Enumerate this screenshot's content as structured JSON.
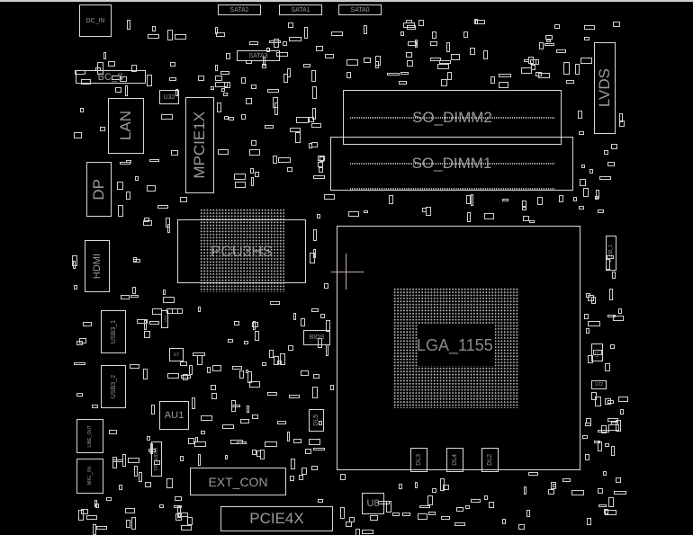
{
  "board_view": {
    "components": {
      "dc_in": "DC_IN",
      "sata2": "SATA2",
      "sata1": "SATA1",
      "sata0": "SATA0",
      "sata3": "SATA3",
      "bc_s": "BC_S",
      "lan": "LAN",
      "u32": "U32",
      "mpcie1x": "MPCIE1X",
      "dp": "DP",
      "hdmi": "HDMI",
      "pch": "PCU3HS",
      "so_dimm2": "SO_DIMM2",
      "so_dimm1": "SO_DIMM1",
      "lvds": "LVDS",
      "cpu_socket": "LGA_1155",
      "bios": "BIOS",
      "au1": "AU1",
      "dl5": "DL5",
      "ext_con": "EXT_CON",
      "pcie4x": "PCIE4X",
      "usb3_1": "USB3_1",
      "usb3_2": "USB3_2",
      "line_out": "LINE_OUT",
      "mic_in": "MIC_IN",
      "fp_audio": "FP_AUDIO",
      "dl3": "DL3",
      "dl4": "DL4",
      "dl2": "DL2",
      "u8": "U8",
      "u11": "U11",
      "u22": "U22",
      "fusb_1": "FUSB_1",
      "u14": "U14",
      "u7": "U7"
    },
    "colors": {
      "background": "#000000",
      "outline": "#d8d8d8",
      "label": "#9a9a9a"
    }
  }
}
